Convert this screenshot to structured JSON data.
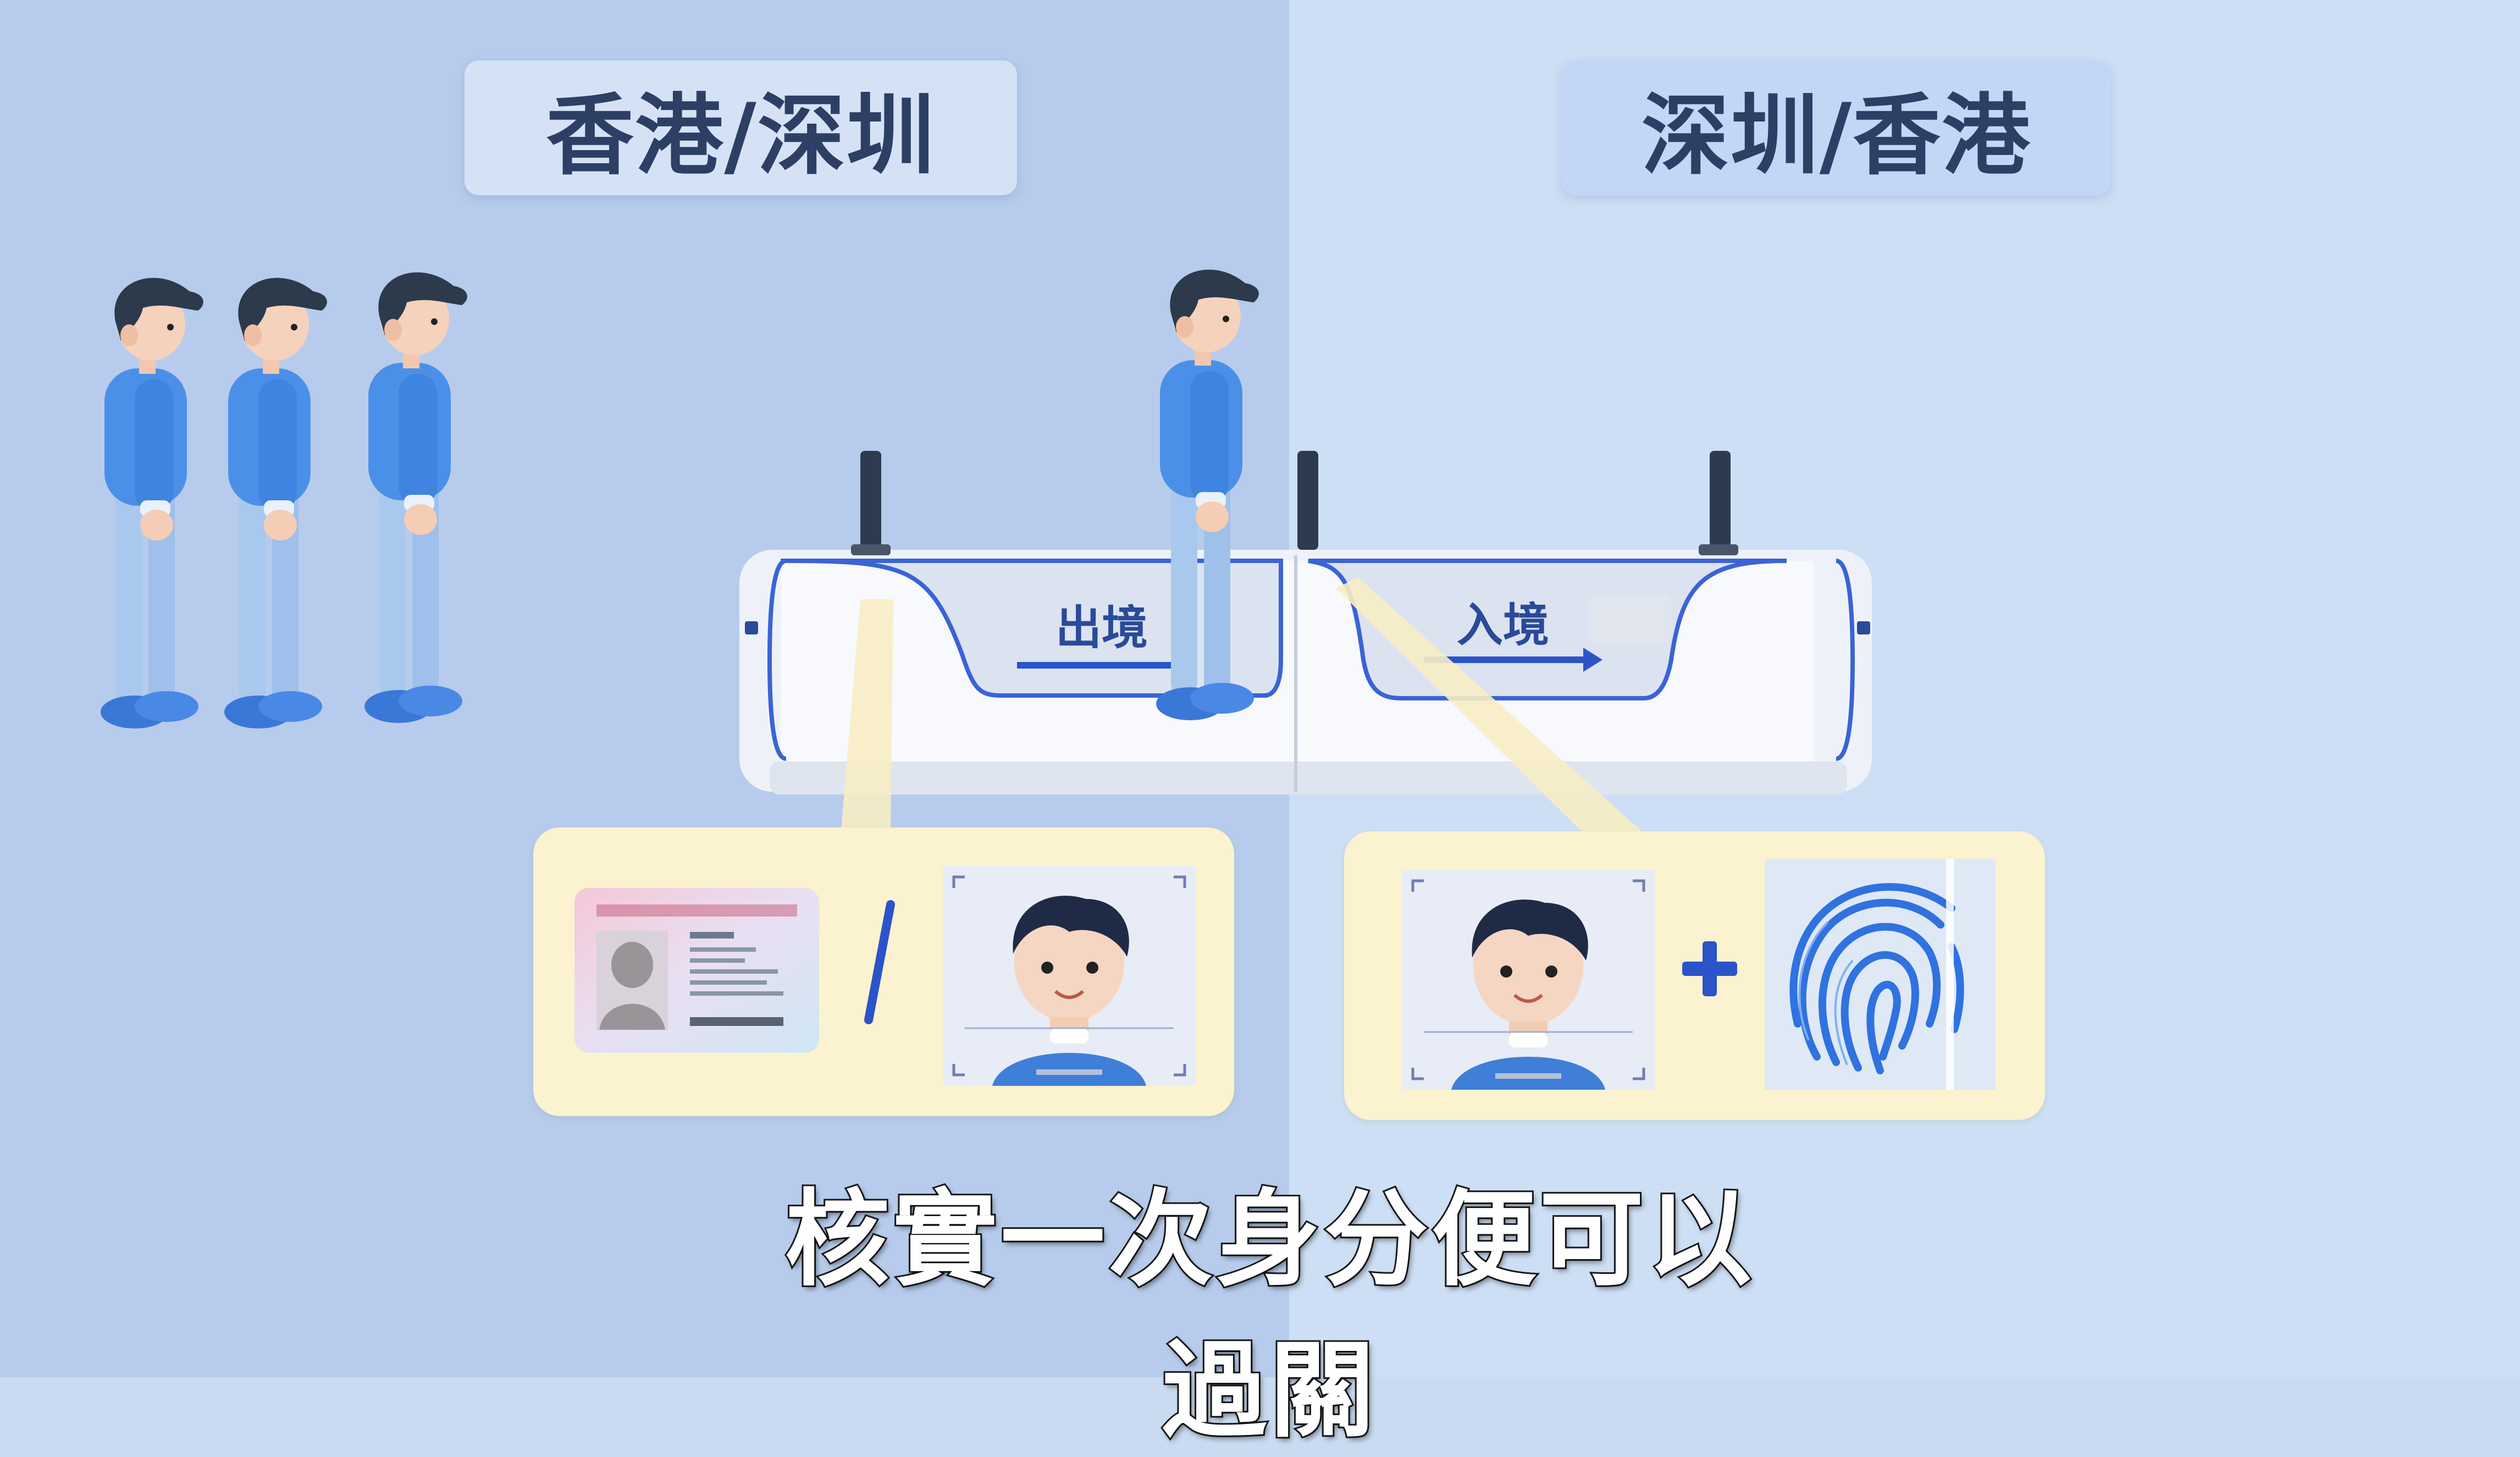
{
  "regions": {
    "left_title": "香港/深圳",
    "right_title": "深圳/香港"
  },
  "gates": {
    "exit_label": "出境",
    "entry_label": "入境"
  },
  "callouts": {
    "left": {
      "options": [
        "id-card",
        "face-scan"
      ],
      "separator": "/"
    },
    "right": {
      "options": [
        "face-scan",
        "fingerprint"
      ],
      "joiner": "+"
    }
  },
  "subtitle": "核實一次身分便可以過關",
  "colors": {
    "left_background": "#b7ccec",
    "right_background": "#cddff4",
    "accent_blue": "#2a54c8",
    "callout_background": "#fbf2cf"
  }
}
